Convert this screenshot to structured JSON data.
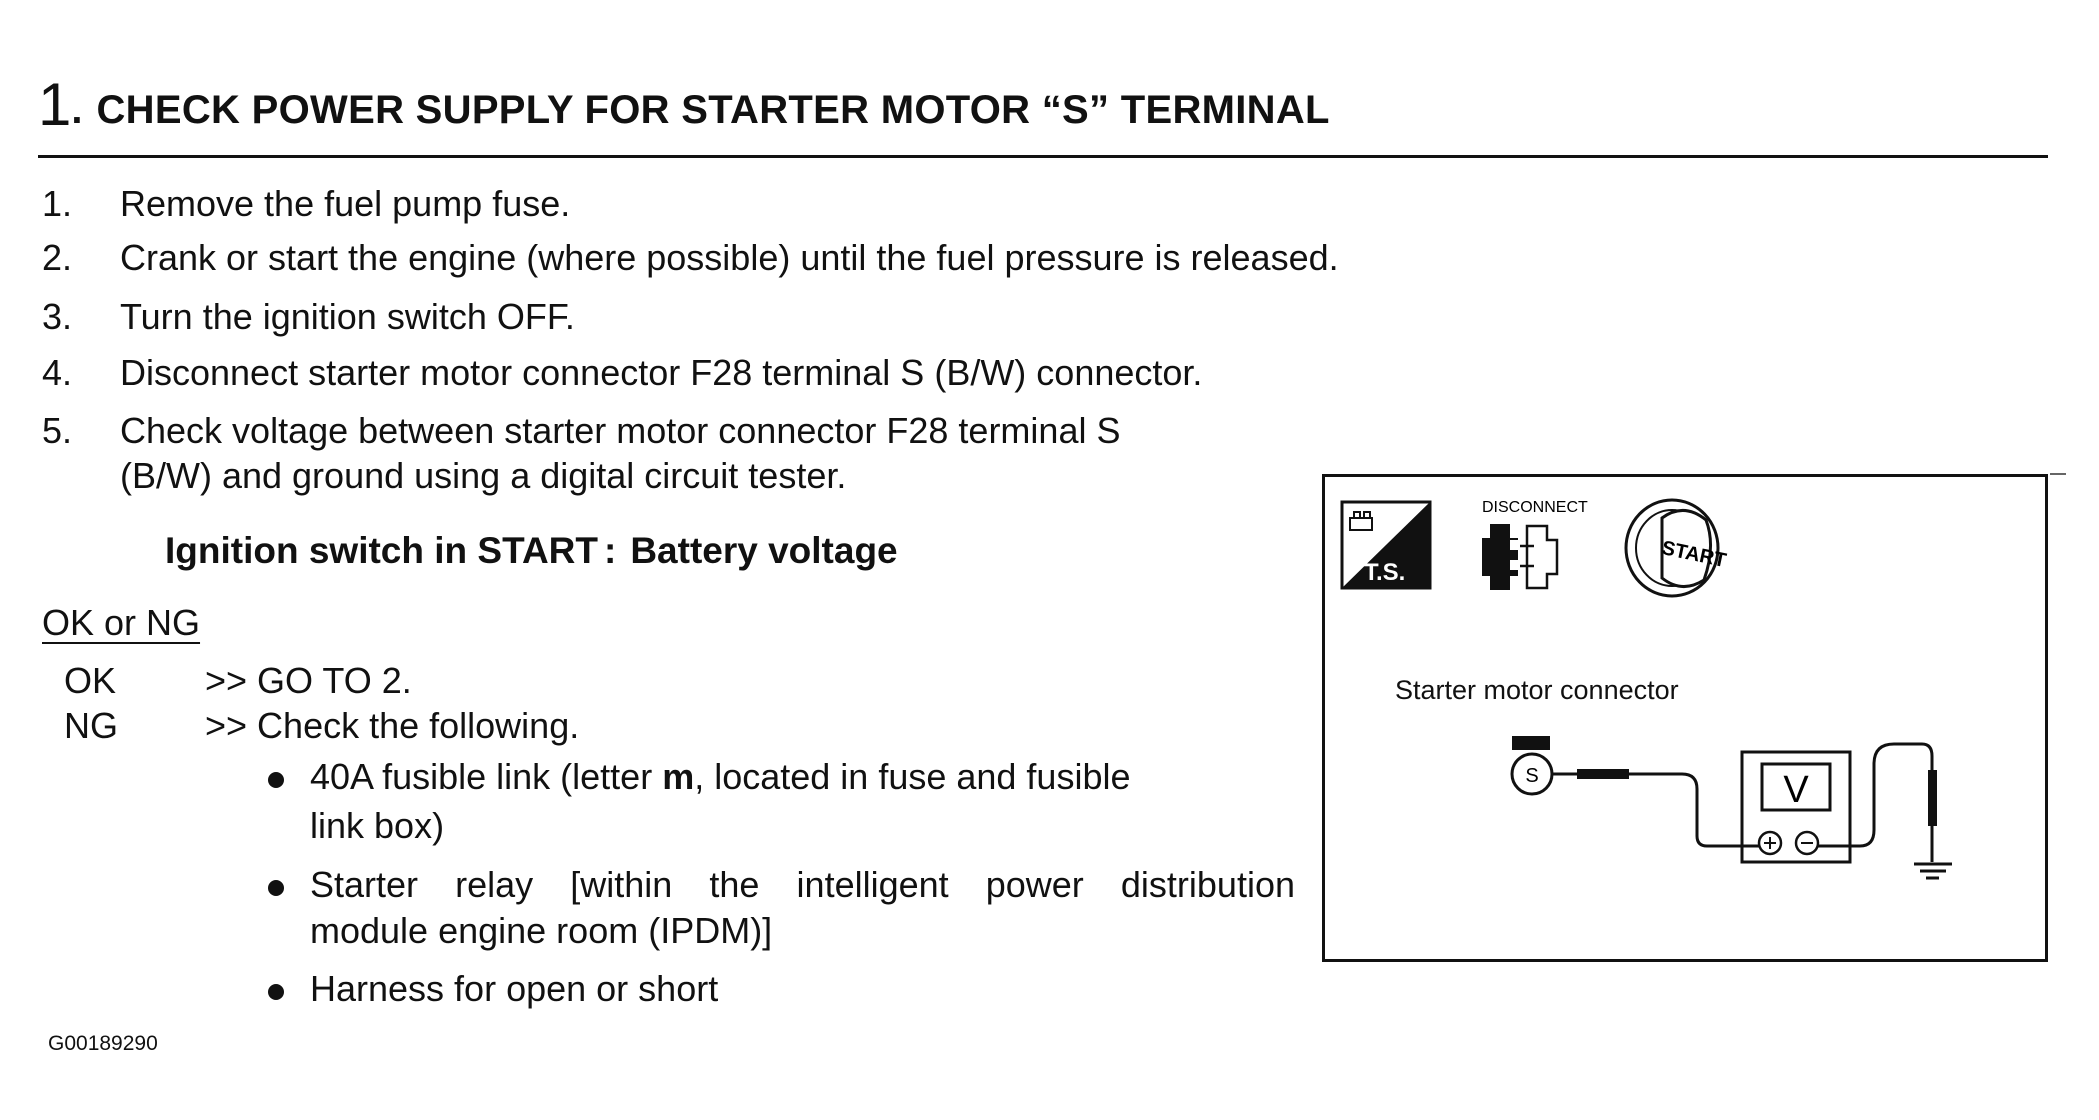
{
  "step": {
    "number": "1",
    "dot": ".",
    "title": "CHECK POWER SUPPLY FOR STARTER MOTOR “S” TERMINAL"
  },
  "procedure": [
    {
      "num": "1.",
      "lines": [
        "Remove the fuel pump fuse."
      ]
    },
    {
      "num": "2.",
      "lines": [
        "Crank or start the engine (where possible) until the fuel pressure is released."
      ]
    },
    {
      "num": "3.",
      "lines": [
        "Turn the ignition switch OFF."
      ]
    },
    {
      "num": "4.",
      "lines": [
        "Disconnect starter motor connector F28 terminal S (B/W) connector."
      ]
    },
    {
      "num": "5.",
      "lines": [
        "Check voltage between starter motor connector F28 terminal S",
        "(B/W) and ground using a digital circuit tester."
      ]
    }
  ],
  "spec": {
    "condition": "Ignition switch in START",
    "separator": ":",
    "value": "Battery voltage"
  },
  "result": {
    "heading": "OK or NG",
    "ok": {
      "label": "OK",
      "action": ">> GO TO 2."
    },
    "ng": {
      "label": "NG",
      "action": ">> Check the following."
    }
  },
  "checks": [
    {
      "line1_before": "40A fusible link (letter ",
      "line1_bold": "m",
      "line1_after": ", located in fuse and fusible",
      "line2": "link box)"
    },
    {
      "line1": "Starter relay [within the intelligent power distribution",
      "line2": "module engine room (IPDM)]"
    },
    {
      "line1": "Harness for open or short"
    }
  ],
  "figure": {
    "ts_label": "T.S.",
    "disconnect_label": "DISCONNECT",
    "start_label": "START",
    "caption": "Starter motor connector",
    "terminal_label": "S",
    "meter_label": "V",
    "icons": [
      "trouble-shooting-icon",
      "disconnect-connector-icon",
      "ignition-start-icon"
    ]
  },
  "code": "G00189290"
}
